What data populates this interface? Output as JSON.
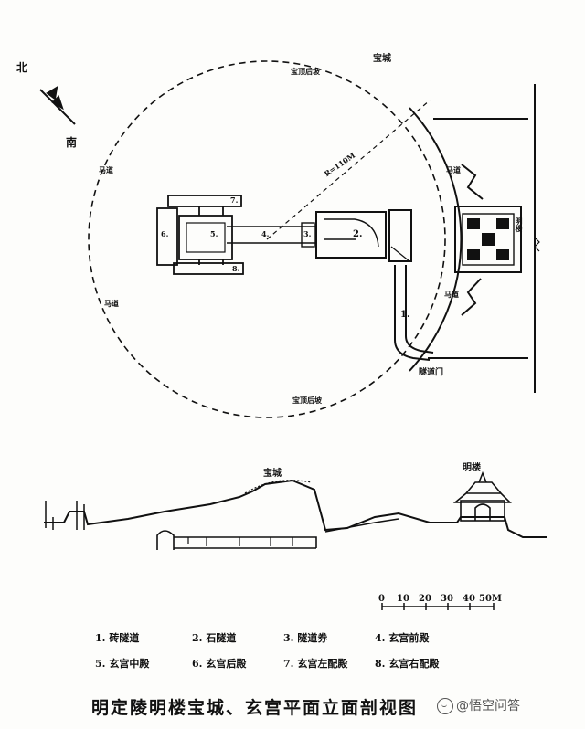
{
  "compass": {
    "north": "北",
    "south": "南"
  },
  "plan_labels": {
    "bao_cheng": "宝城",
    "bao_ding_north": "宝顶后坡",
    "bao_ding_south": "宝顶后坡",
    "radius": "R=110M",
    "ma_dao_left_top": "马道",
    "ma_dao_left_bottom": "马道",
    "ma_dao_right_top": "马道",
    "ma_dao_right_bottom": "马道",
    "sui_dao_men": "隧道门",
    "ming_lou": "明楼",
    "num_1": "1.",
    "num_2": "2.",
    "num_3": "3.",
    "num_4": "4.",
    "num_5": "5.",
    "num_6": "6.",
    "num_7": "7.",
    "num_8": "8."
  },
  "section_labels": {
    "bao_cheng": "宝城",
    "ming_lou": "明楼"
  },
  "scale": {
    "ticks": [
      "0",
      "10",
      "20",
      "30",
      "40",
      "50M"
    ]
  },
  "legend": [
    "1. 砖隧道",
    "2. 石隧道",
    "3. 隧道券",
    "4. 玄宫前殿",
    "5. 玄宫中殿",
    "6. 玄宫后殿",
    "7. 玄宫左配殿",
    "8. 玄宫右配殿"
  ],
  "caption": "明定陵明楼宝城、玄宫平面立面剖视图",
  "watermark": "@悟空问答"
}
